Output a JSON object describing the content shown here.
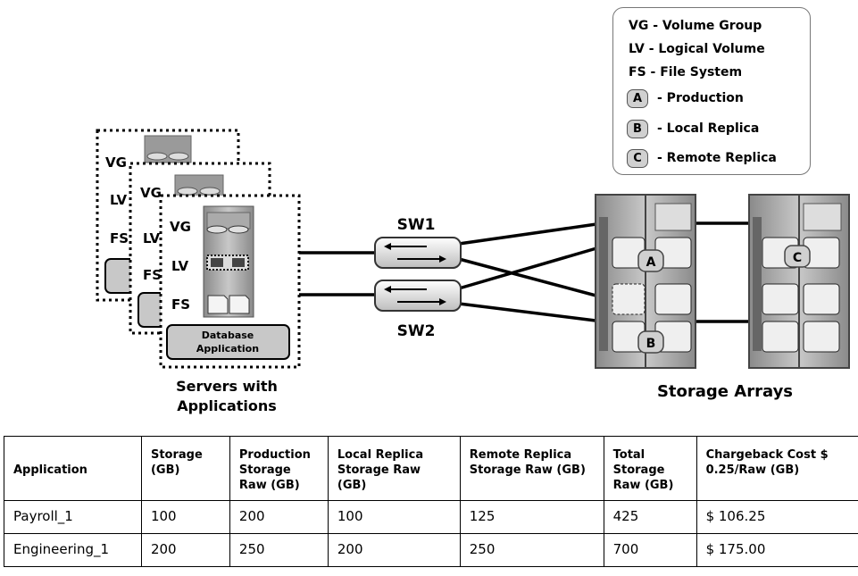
{
  "servers": {
    "labels": [
      "VG",
      "LV",
      "FS"
    ],
    "app_box": "Database Application",
    "caption_line1": "Servers with",
    "caption_line2": "Applications"
  },
  "switches": {
    "sw1": "SW1",
    "sw2": "SW2"
  },
  "storage": {
    "caption": "Storage Arrays",
    "badges": {
      "production": "A",
      "local_replica": "B",
      "remote_replica": "C"
    }
  },
  "legend": {
    "vg": "VG - Volume Group",
    "lv": "LV - Logical Volume",
    "fs": "FS - File System",
    "a_badge": "A",
    "a_text": "- Production",
    "b_badge": "B",
    "b_text": "- Local Replica",
    "c_badge": "C",
    "c_text": "- Remote Replica"
  },
  "table": {
    "headers": [
      "Application",
      "Storage (GB)",
      "Production Storage Raw (GB)",
      "Local Replica Storage Raw (GB)",
      "Remote Replica Storage Raw (GB)",
      "Total Storage Raw (GB)",
      "Chargeback Cost $ 0.25/Raw (GB)"
    ],
    "rows": [
      [
        "Payroll_1",
        "100",
        "200",
        "100",
        "125",
        "425",
        "$ 106.25"
      ],
      [
        "Engineering_1",
        "200",
        "250",
        "200",
        "250",
        "700",
        "$ 175.00"
      ]
    ]
  }
}
